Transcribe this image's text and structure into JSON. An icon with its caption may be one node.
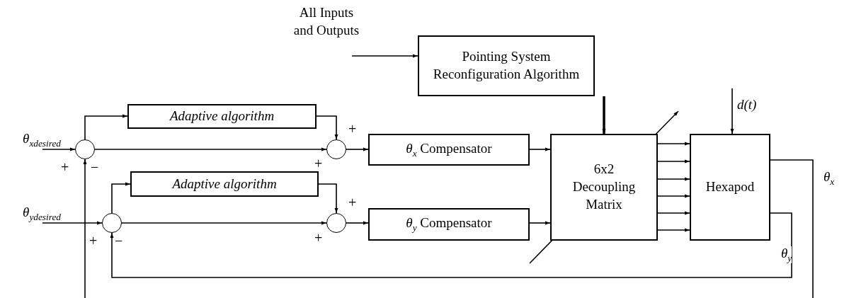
{
  "diagram": {
    "nodes": [
      {
        "text": [
          "Pointing System Reconfiguration Algorithm"
        ]
      },
      {
        "text": [
          "All Inputs and Outputs"
        ]
      },
      {
        "text": [
          "Adaptive algorithm"
        ]
      },
      {
        "text": [
          "Adaptive algorithm"
        ]
      },
      {
        "text": [],
        "shape": "circle"
      },
      {
        "text": [],
        "shape": "circle"
      },
      {
        "text": [],
        "shape": "circle"
      },
      {
        "text": [],
        "shape": "circle"
      },
      {
        "text": [
          "*θ*$_{x}$ Compensator"
        ]
      },
      {
        "text": [
          "*θ*$_{y}$ Compensator"
        ]
      },
      {
        "text": [
          "6x2 Decoupling Matrix"
        ]
      },
      {
        "text": [
          "Hexapod"
        ]
      },
      {
        "text": [
          "θ$_{xdesired}$"
        ]
      },
      {
        "text": [
          "θ$_{ydesired}$"
        ]
      }
    ],
    "edges": [
      {
        "from": 1,
        "to": 0,
        "arrow": "to"
      },
      {
        "from": 0,
        "to": 10,
        "arrow": "to",
        "style": "thick"
      },
      {
        "from": 12,
        "to": 4,
        "arrow": "to"
      },
      {
        "from": 4,
        "to": 2,
        "arrow": "to"
      },
      {
        "from": 4,
        "to": 5,
        "arrow": "to"
      },
      {
        "from": 2,
        "to": 5,
        "arrow": "to"
      },
      {
        "from": 5,
        "to": 8,
        "arrow": "to"
      },
      {
        "from": 8,
        "to": 10,
        "arrow": "to"
      },
      {
        "from": 13,
        "to": 6,
        "arrow": "to"
      },
      {
        "from": 6,
        "to": 3,
        "arrow": "to"
      },
      {
        "from": 6,
        "to": 7,
        "arrow": "to"
      },
      {
        "from": 3,
        "to": 7,
        "arrow": "to"
      },
      {
        "from": 7,
        "to": 9,
        "arrow": "to"
      },
      {
        "from": 9,
        "to": 10,
        "arrow": "to"
      },
      {
        "from": 10,
        "to": 11,
        "arrow": "to"
      },
      {
        "from": 10,
        "to": 11,
        "arrow": "to"
      },
      {
        "from": 10,
        "to": 11,
        "arrow": "to"
      },
      {
        "from": 10,
        "to": 11,
        "arrow": "to"
      },
      {
        "from": 10,
        "to": 11,
        "arrow": "to"
      },
      {
        "from": 10,
        "to": 11,
        "arrow": "to"
      },
      {
        "from": null,
        "to": 11,
        "arrow": "to",
        "label": "d(t)"
      },
      {
        "from": 11,
        "to": 6,
        "arrow": "to",
        "label": "θ$_{y}$"
      },
      {
        "from": 11,
        "to": null,
        "arrow": "none",
        "label": "θ$_{x}$"
      },
      {
        "from": null,
        "to": 4,
        "arrow": "to"
      }
    ],
    "labels": [
      "+",
      "−",
      "+",
      "+",
      "+",
      "−",
      "+",
      "+"
    ]
  }
}
